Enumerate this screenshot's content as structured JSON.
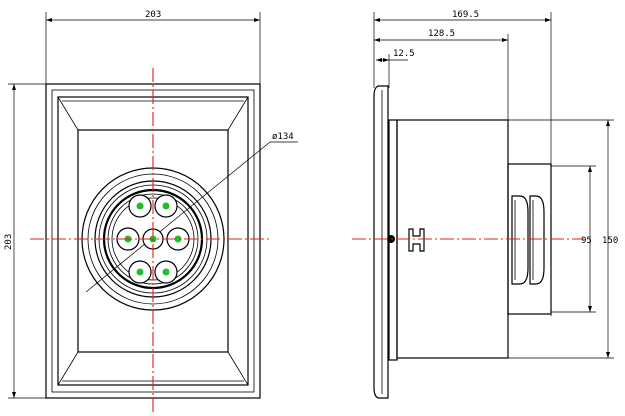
{
  "front_view": {
    "width_label": "203",
    "height_label": "203",
    "diameter_label": "ø134",
    "led_color": "#1fbf2a"
  },
  "side_view": {
    "depth_label": "169.5",
    "body_length_label": "128.5",
    "flange_label": "12.5",
    "inner_height_label": "95",
    "outer_height_label": "150"
  },
  "colors": {
    "centerline": "#e0201a",
    "line": "#000000",
    "led": "#1fbf2a"
  }
}
